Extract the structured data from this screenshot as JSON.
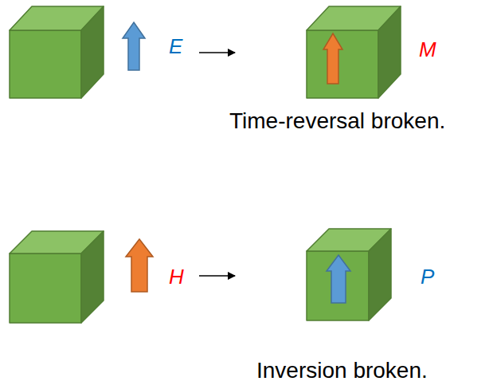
{
  "diagram": {
    "labels": [
      "E",
      "M",
      "Time-reversal broken.",
      "H",
      "P",
      "Inversion broken."
    ]
  }
}
